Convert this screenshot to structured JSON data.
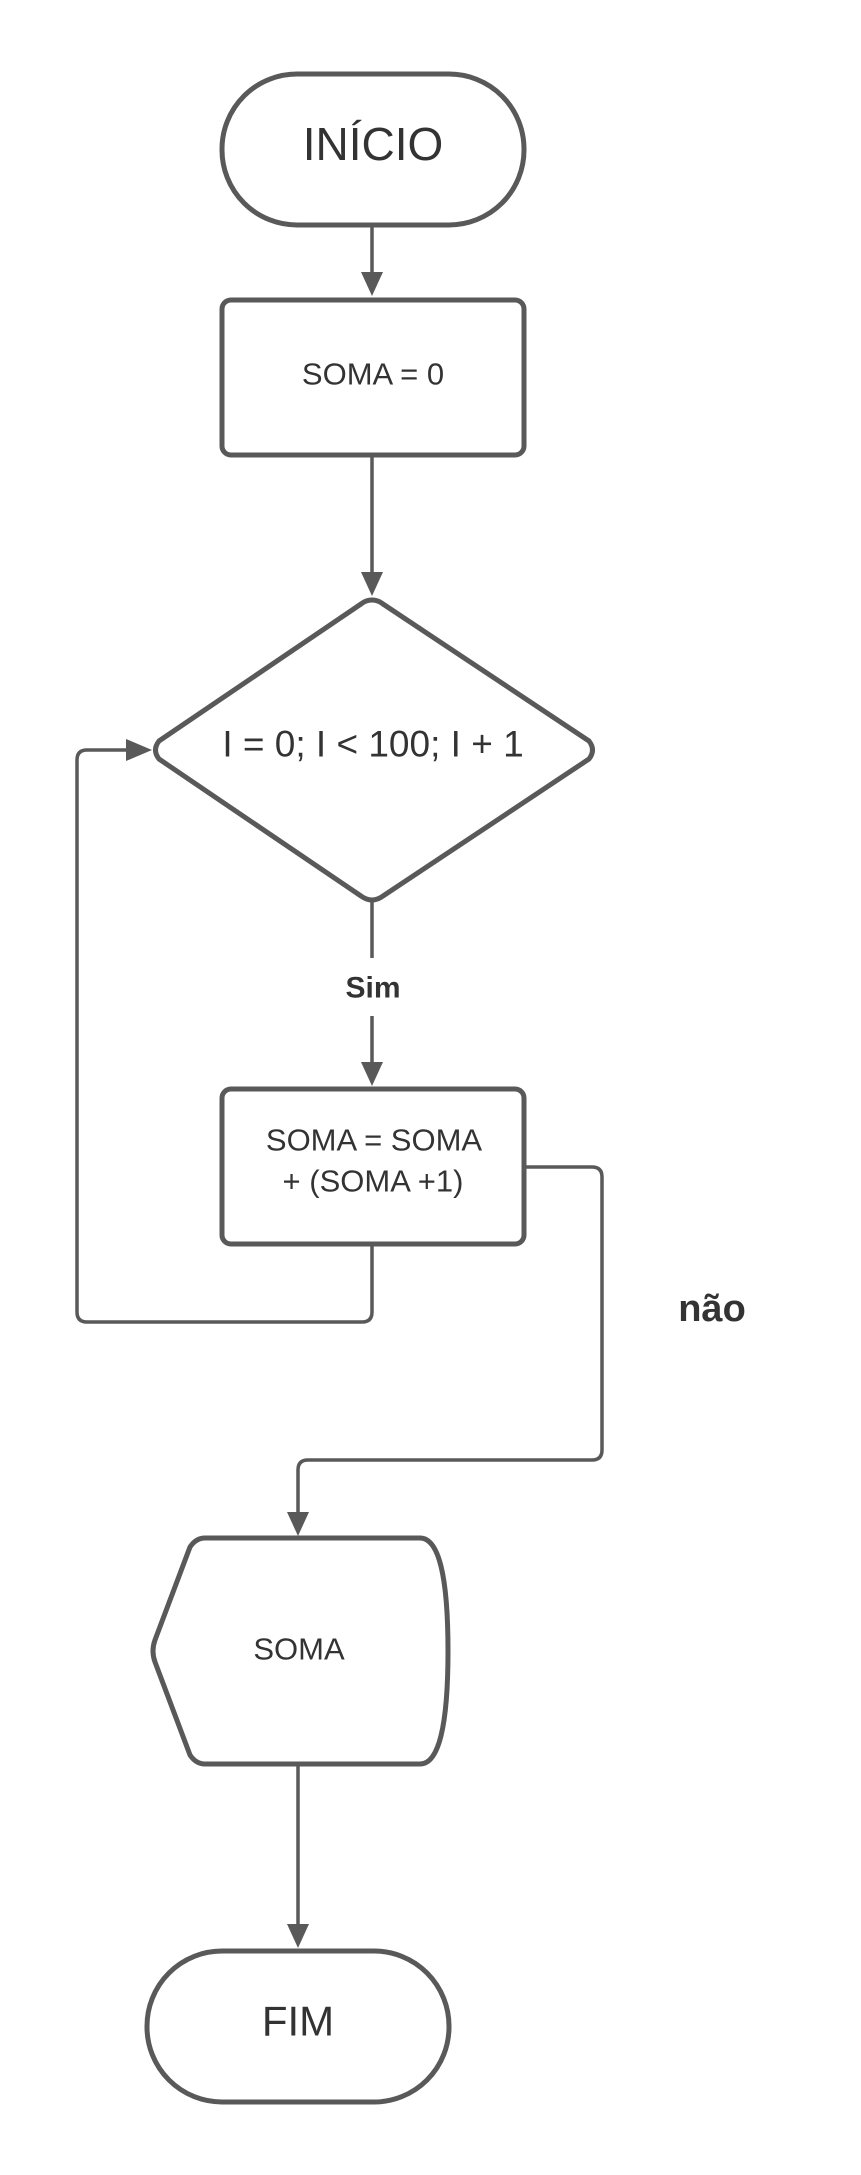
{
  "diagram": {
    "nodes": {
      "start": {
        "label": "INÍCIO",
        "kind": "terminator"
      },
      "init": {
        "label": "SOMA = 0",
        "kind": "process"
      },
      "loop": {
        "label": "I = 0; I < 100; I + 1",
        "kind": "decision"
      },
      "accumulate": {
        "lines": [
          "SOMA = SOMA",
          "+ (SOMA +1)"
        ],
        "kind": "process"
      },
      "output": {
        "label": "SOMA",
        "kind": "display"
      },
      "end": {
        "label": "FIM",
        "kind": "terminator"
      }
    },
    "edge_labels": {
      "yes": "Sim",
      "no": "não"
    },
    "edges": [
      {
        "from": "start",
        "to": "init"
      },
      {
        "from": "init",
        "to": "loop"
      },
      {
        "from": "loop",
        "to": "accumulate",
        "label": "yes"
      },
      {
        "from": "accumulate",
        "to": "loop"
      },
      {
        "from": "accumulate",
        "to": "output",
        "label": "no"
      },
      {
        "from": "output",
        "to": "end"
      }
    ],
    "colors": {
      "stroke": "#595959",
      "text": "#333333",
      "fill": "#ffffff"
    }
  }
}
